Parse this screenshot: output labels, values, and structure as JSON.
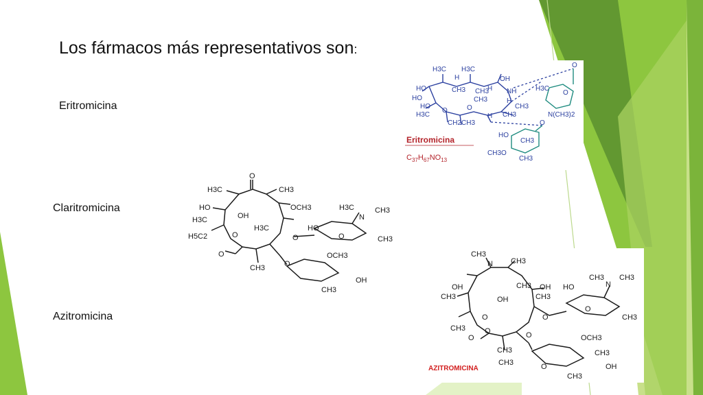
{
  "slide": {
    "title": "Los fármacos más representativos  son",
    "title_punct": ":",
    "labels": {
      "eritromicina": "Eritromicina",
      "claritromicina": "Claritromicina",
      "azitromicina": "Azitromicina"
    }
  },
  "eritromicina_structure": {
    "caption": "Eritromicina",
    "formula_prefix": "C",
    "formula_c": "37",
    "formula_h_prefix": "H",
    "formula_h": "67",
    "formula_rest": "NO",
    "formula_o": "13",
    "atoms": [
      "H3C",
      "H",
      "H3C",
      "OH",
      "HO",
      "CH3",
      "HO",
      "CH3",
      "H",
      "NH",
      "HO",
      "CH3",
      "H",
      "CH3",
      "H3C",
      "O",
      "O",
      "H",
      "CH3",
      "CH2CH3",
      "O",
      "H3C",
      "O",
      "N(CH3)2",
      "O",
      "HO",
      "CH3",
      "CH3O",
      "CH3"
    ]
  },
  "claritromicina_structure": {
    "atoms": [
      "O",
      "H3C",
      "CH3",
      "HO",
      "OH",
      "OCH3",
      "H3C",
      "N",
      "CH3",
      "H3C",
      "H3C",
      "HO",
      "H5C2",
      "O",
      "O",
      "O",
      "CH3",
      "O",
      "OCH3",
      "CH3",
      "O",
      "CH3",
      "OH"
    ]
  },
  "azitromicina_structure": {
    "caption": "AZITROMICINA",
    "atoms": [
      "CH3",
      "N",
      "CH3",
      "OH",
      "OH",
      "CH3",
      "HO",
      "CH3",
      "N",
      "CH3",
      "CH3",
      "CH3",
      "OH",
      "O",
      "O",
      "O",
      "CH3",
      "CH3",
      "O",
      "O",
      "O",
      "OCH3",
      "CH3",
      "CH3",
      "O",
      "CH3",
      "OH",
      "CH3"
    ]
  },
  "colors": {
    "accent_green": "#8dc63f",
    "dark_green": "#5a8f2f",
    "light_green": "#c8e08a",
    "eritro_blue": "#2a3f9f",
    "eritro_teal": "#1e8b7f",
    "eritro_red": "#b3232a",
    "azi_red": "#d21f1f"
  }
}
